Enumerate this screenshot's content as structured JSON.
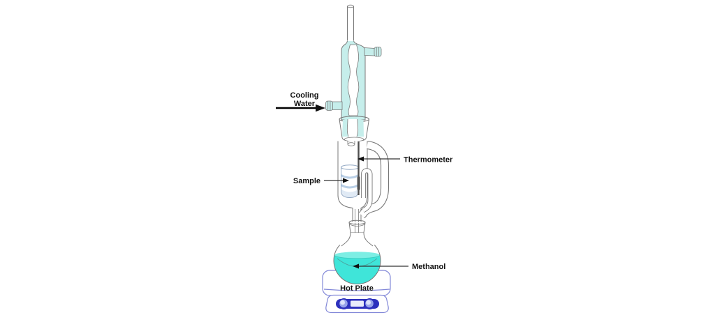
{
  "labels": {
    "cooling_water_line1": "Cooling",
    "cooling_water_line2": "Water",
    "thermometer": "Thermometer",
    "sample": "Sample",
    "methanol": "Methanol",
    "hot_plate": "Hot Plate"
  },
  "colors": {
    "background": "#ffffff",
    "coolant": "#c6eeeb",
    "glass_outline": "#787878",
    "thimble_outline": "#93a9c4",
    "thimble_band": "#b9cfe6",
    "thimble_shade": "#d8e5f2",
    "methanol": "#3fe5d9",
    "methanol_surface": "#7deee4",
    "methanol_edge": "#2fbfb4",
    "thermometer": "#4f4f4f",
    "label_text": "#111111",
    "leader_line": "#333333",
    "hotplate_outline": "#8288d8",
    "hotplate_band": "#2d31bd",
    "hotplate_knob_mid": "#97a3ea",
    "hotplate_knob_light": "#dde3fb",
    "hotplate_display": "#e9ecfb"
  }
}
